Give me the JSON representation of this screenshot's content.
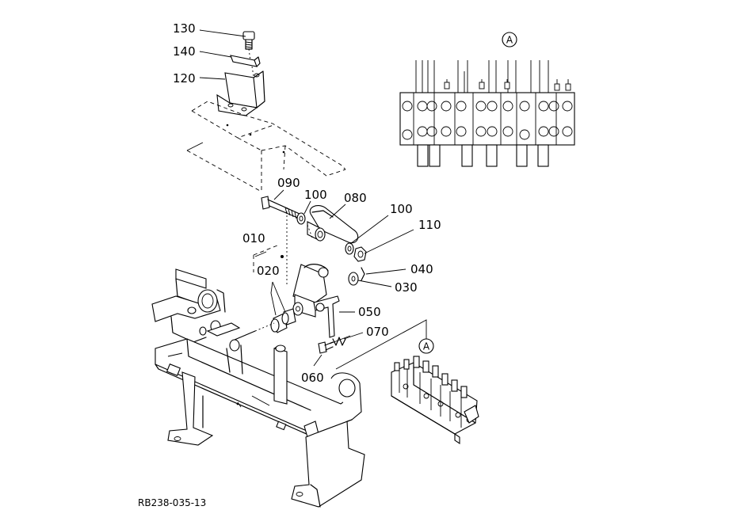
{
  "part_labels": {
    "p130": "130",
    "p140": "140",
    "p120": "120",
    "p090": "090",
    "p100a": "100",
    "p080": "080",
    "p100b": "100",
    "p110": "110",
    "p010": "010",
    "p020": "020",
    "p040": "040",
    "p030": "030",
    "p050": "050",
    "p070": "070",
    "p060": "060"
  },
  "callouts": {
    "detail_top": "A",
    "detail_bottom": "A"
  },
  "drawing_code": "RB238-035-13"
}
